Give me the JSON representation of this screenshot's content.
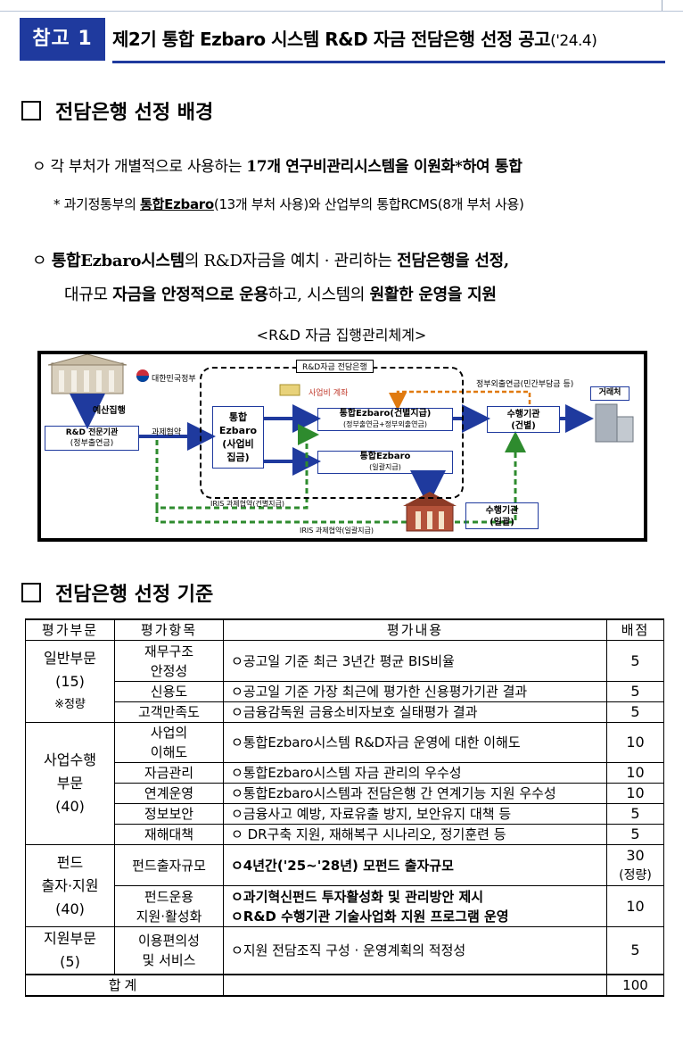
{
  "header": {
    "badge": "참고 1",
    "title": "제2기 통합 Ezbaro 시스템 R&D 자금 전담은행 선정 공고",
    "date": "('24.4)"
  },
  "section1": {
    "title": "전담은행 선정 배경",
    "bullet1_pre": "ㅇ  각 부처가 개별적으로 사용하는 ",
    "bullet1_bold": "17개 연구비관리시스템을 이원화*하여 통합",
    "note_pre": "*  과기정통부의 ",
    "note_u": "통합Ezbaro",
    "note_post": "(13개 부처 사용)와 산업부의 통합RCMS(8개 부처 사용)",
    "bullet2_l1_a": "ㅇ  ",
    "bullet2_l1_b": "통합Ezbaro시스템",
    "bullet2_l1_c": "의  R&D자금을  예치 · 관리하는  ",
    "bullet2_l1_d": "전담은행을 선정,",
    "bullet2_l2_a": "대규모 ",
    "bullet2_l2_b": "자금을 안정적으로 운용",
    "bullet2_l2_c": "하고, 시스템의 ",
    "bullet2_l2_d": "원활한 운영을 지원",
    "caption": "<R&D 자금 집행관리체계>"
  },
  "diagram": {
    "gov": "대한민국정부",
    "budget": "예산집행",
    "rnd_agency": "R&D 전문기관",
    "rnd_agency_sub": "(정부출연금)",
    "contract": "과제협약",
    "bank_label": "R&D자금 전담은행",
    "central_1": "통합",
    "central_2": "Ezbaro",
    "central_3": "(사업비",
    "central_4": "집금)",
    "account": "사업비 계좌",
    "ext_fund": "정부외출연금(민간부담금 등)",
    "ez_indiv": "통합Ezbaro(건별지급)",
    "ez_indiv_sub": "(정부출연금+정부외출연금)",
    "ez_lump": "통합Ezbaro",
    "ez_lump_sub": "(일괄지급)",
    "exec_indiv": "수행기관",
    "exec_indiv_sub": "(건별)",
    "vendor": "거래처",
    "exec_lump": "수행기관",
    "exec_lump_sub": "(일괄)",
    "iris1": "IRIS 과제협약(건별지급)",
    "iris2": "IRIS 과제협약(일괄지급)"
  },
  "section2": {
    "title": "전담은행 선정 기준"
  },
  "table": {
    "headers": [
      "평가부문",
      "평가항목",
      "평가내용",
      "배점"
    ],
    "groups": [
      {
        "name": [
          "일반부문",
          "(15)",
          "※정량"
        ],
        "rows": [
          {
            "item": [
              "재무구조",
              "안정성"
            ],
            "content": [
              "ㅇ공고일 기준 최근 3년간 평균 BIS비율"
            ],
            "score": [
              "5"
            ]
          },
          {
            "item": [
              "신용도"
            ],
            "content": [
              "ㅇ공고일 기준 가장 최근에 평가한 신용평가기관 결과"
            ],
            "score": [
              "5"
            ]
          },
          {
            "item": [
              "고객만족도"
            ],
            "content": [
              "ㅇ금융감독원 금융소비자보호 실태평가 결과"
            ],
            "score": [
              "5"
            ]
          }
        ]
      },
      {
        "name": [
          "사업수행",
          "부문",
          "(40)"
        ],
        "rows": [
          {
            "item": [
              "사업의",
              "이해도"
            ],
            "content": [
              "ㅇ통합Ezbaro시스템 R&D자금 운영에 대한 이해도"
            ],
            "score": [
              "10"
            ]
          },
          {
            "item": [
              "자금관리"
            ],
            "content": [
              "ㅇ통합Ezbaro시스템 자금 관리의 우수성"
            ],
            "score": [
              "10"
            ]
          },
          {
            "item": [
              "연계운영"
            ],
            "content": [
              "ㅇ통합Ezbaro시스템과 전담은행 간 연계기능 지원 우수성"
            ],
            "score": [
              "10"
            ]
          },
          {
            "item": [
              "정보보안"
            ],
            "content": [
              "ㅇ금융사고 예방, 자료유출 방지, 보안유지 대책 등"
            ],
            "score": [
              "5"
            ]
          },
          {
            "item": [
              "재해대책"
            ],
            "content": [
              "ㅇ DR구축 지원, 재해복구 시나리오, 정기훈련 등"
            ],
            "score": [
              "5"
            ]
          }
        ]
      },
      {
        "name": [
          "펀드",
          "출자·지원",
          "(40)"
        ],
        "rows": [
          {
            "item": [
              "펀드출자규모"
            ],
            "content": [
              "ㅇ4년간('25~'28년) 모펀드 출자규모"
            ],
            "score": [
              "30",
              "(정량)"
            ]
          },
          {
            "item": [
              "펀드운용",
              "지원·활성화"
            ],
            "content": [
              "ㅇ과기혁신펀드 투자활성화 및 관리방안 제시",
              "ㅇR&D 수행기관 기술사업화 지원 프로그램 운영"
            ],
            "score": [
              "10"
            ]
          }
        ]
      },
      {
        "name": [
          "지원부문",
          "(5)"
        ],
        "rows": [
          {
            "item": [
              "이용편의성",
              "및 서비스"
            ],
            "content": [
              "ㅇ지원 전담조직 구성 · 운영계획의 적정성"
            ],
            "score": [
              "5"
            ]
          }
        ]
      }
    ],
    "total_label": "합계",
    "total_score": "100"
  }
}
